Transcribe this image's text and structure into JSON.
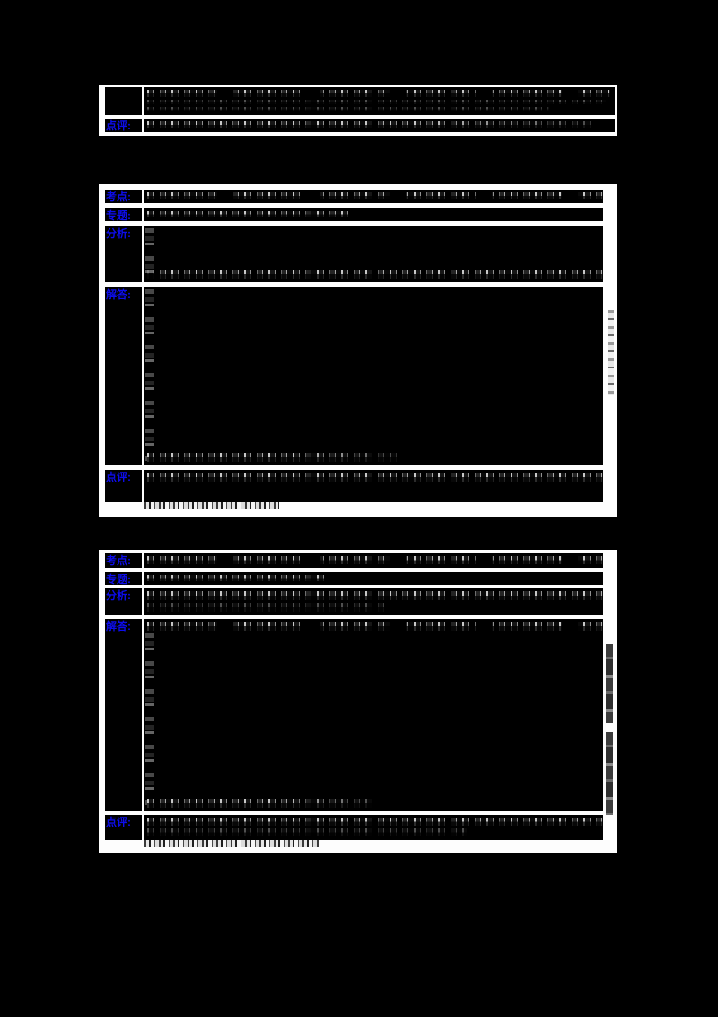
{
  "page": {
    "background_color": "#000000",
    "box_background_color": "#fdfdfd",
    "label_color": "#0d0deb",
    "language": "zh-CN",
    "description": "dark-mode screenshot of a Chinese exam Q&A solution page; body text is illegible (rendered as noise) except blue row labels"
  },
  "blocks": [
    {
      "name": "answer-block-tail",
      "rows": [
        {
          "label": ""
        },
        {
          "label": "点评:"
        }
      ]
    },
    {
      "name": "answer-block-middle",
      "rows": [
        {
          "label": "考点:"
        },
        {
          "label": "专题:"
        },
        {
          "label": "分析:"
        },
        {
          "label": "解答:"
        },
        {
          "label": "点评:"
        }
      ]
    },
    {
      "name": "answer-block-bottom",
      "rows": [
        {
          "label": "考点:"
        },
        {
          "label": "专题:"
        },
        {
          "label": "分析:"
        },
        {
          "label": "解答:"
        },
        {
          "label": "点评:"
        }
      ]
    }
  ]
}
